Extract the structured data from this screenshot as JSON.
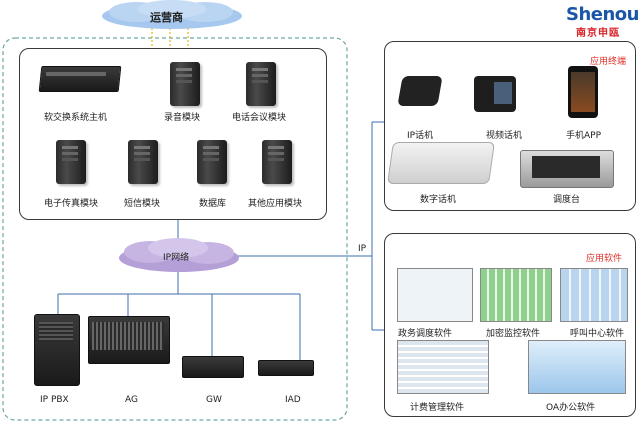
{
  "logo": {
    "main": "Shenou",
    "sub": "南京申瓯"
  },
  "operator": {
    "label": "运营商"
  },
  "network": {
    "label": "IP网络",
    "link_label": "IP"
  },
  "core": {
    "main_host": "软交换系统主机",
    "modules_row1": [
      "录音模块",
      "电话会议模块"
    ],
    "modules_row2": [
      "电子传真模块",
      "短信模块",
      "数据库",
      "其他应用模块"
    ]
  },
  "access": [
    "IP PBX",
    "AG",
    "GW",
    "IAD"
  ],
  "terminals": {
    "title": "应用终端",
    "items": [
      "IP话机",
      "视频话机",
      "手机APP",
      "数字话机",
      "调度台"
    ]
  },
  "software": {
    "title": "应用软件",
    "items": [
      "政务调度软件",
      "加密监控软件",
      "呼叫中心软件",
      "计费管理软件",
      "OA办公软件"
    ]
  },
  "colors": {
    "cloud_fill": "#a6c8ee",
    "network_cloud": "#b49fd6",
    "brand_red": "#e0302a",
    "brand_blue": "#1a57a8"
  }
}
